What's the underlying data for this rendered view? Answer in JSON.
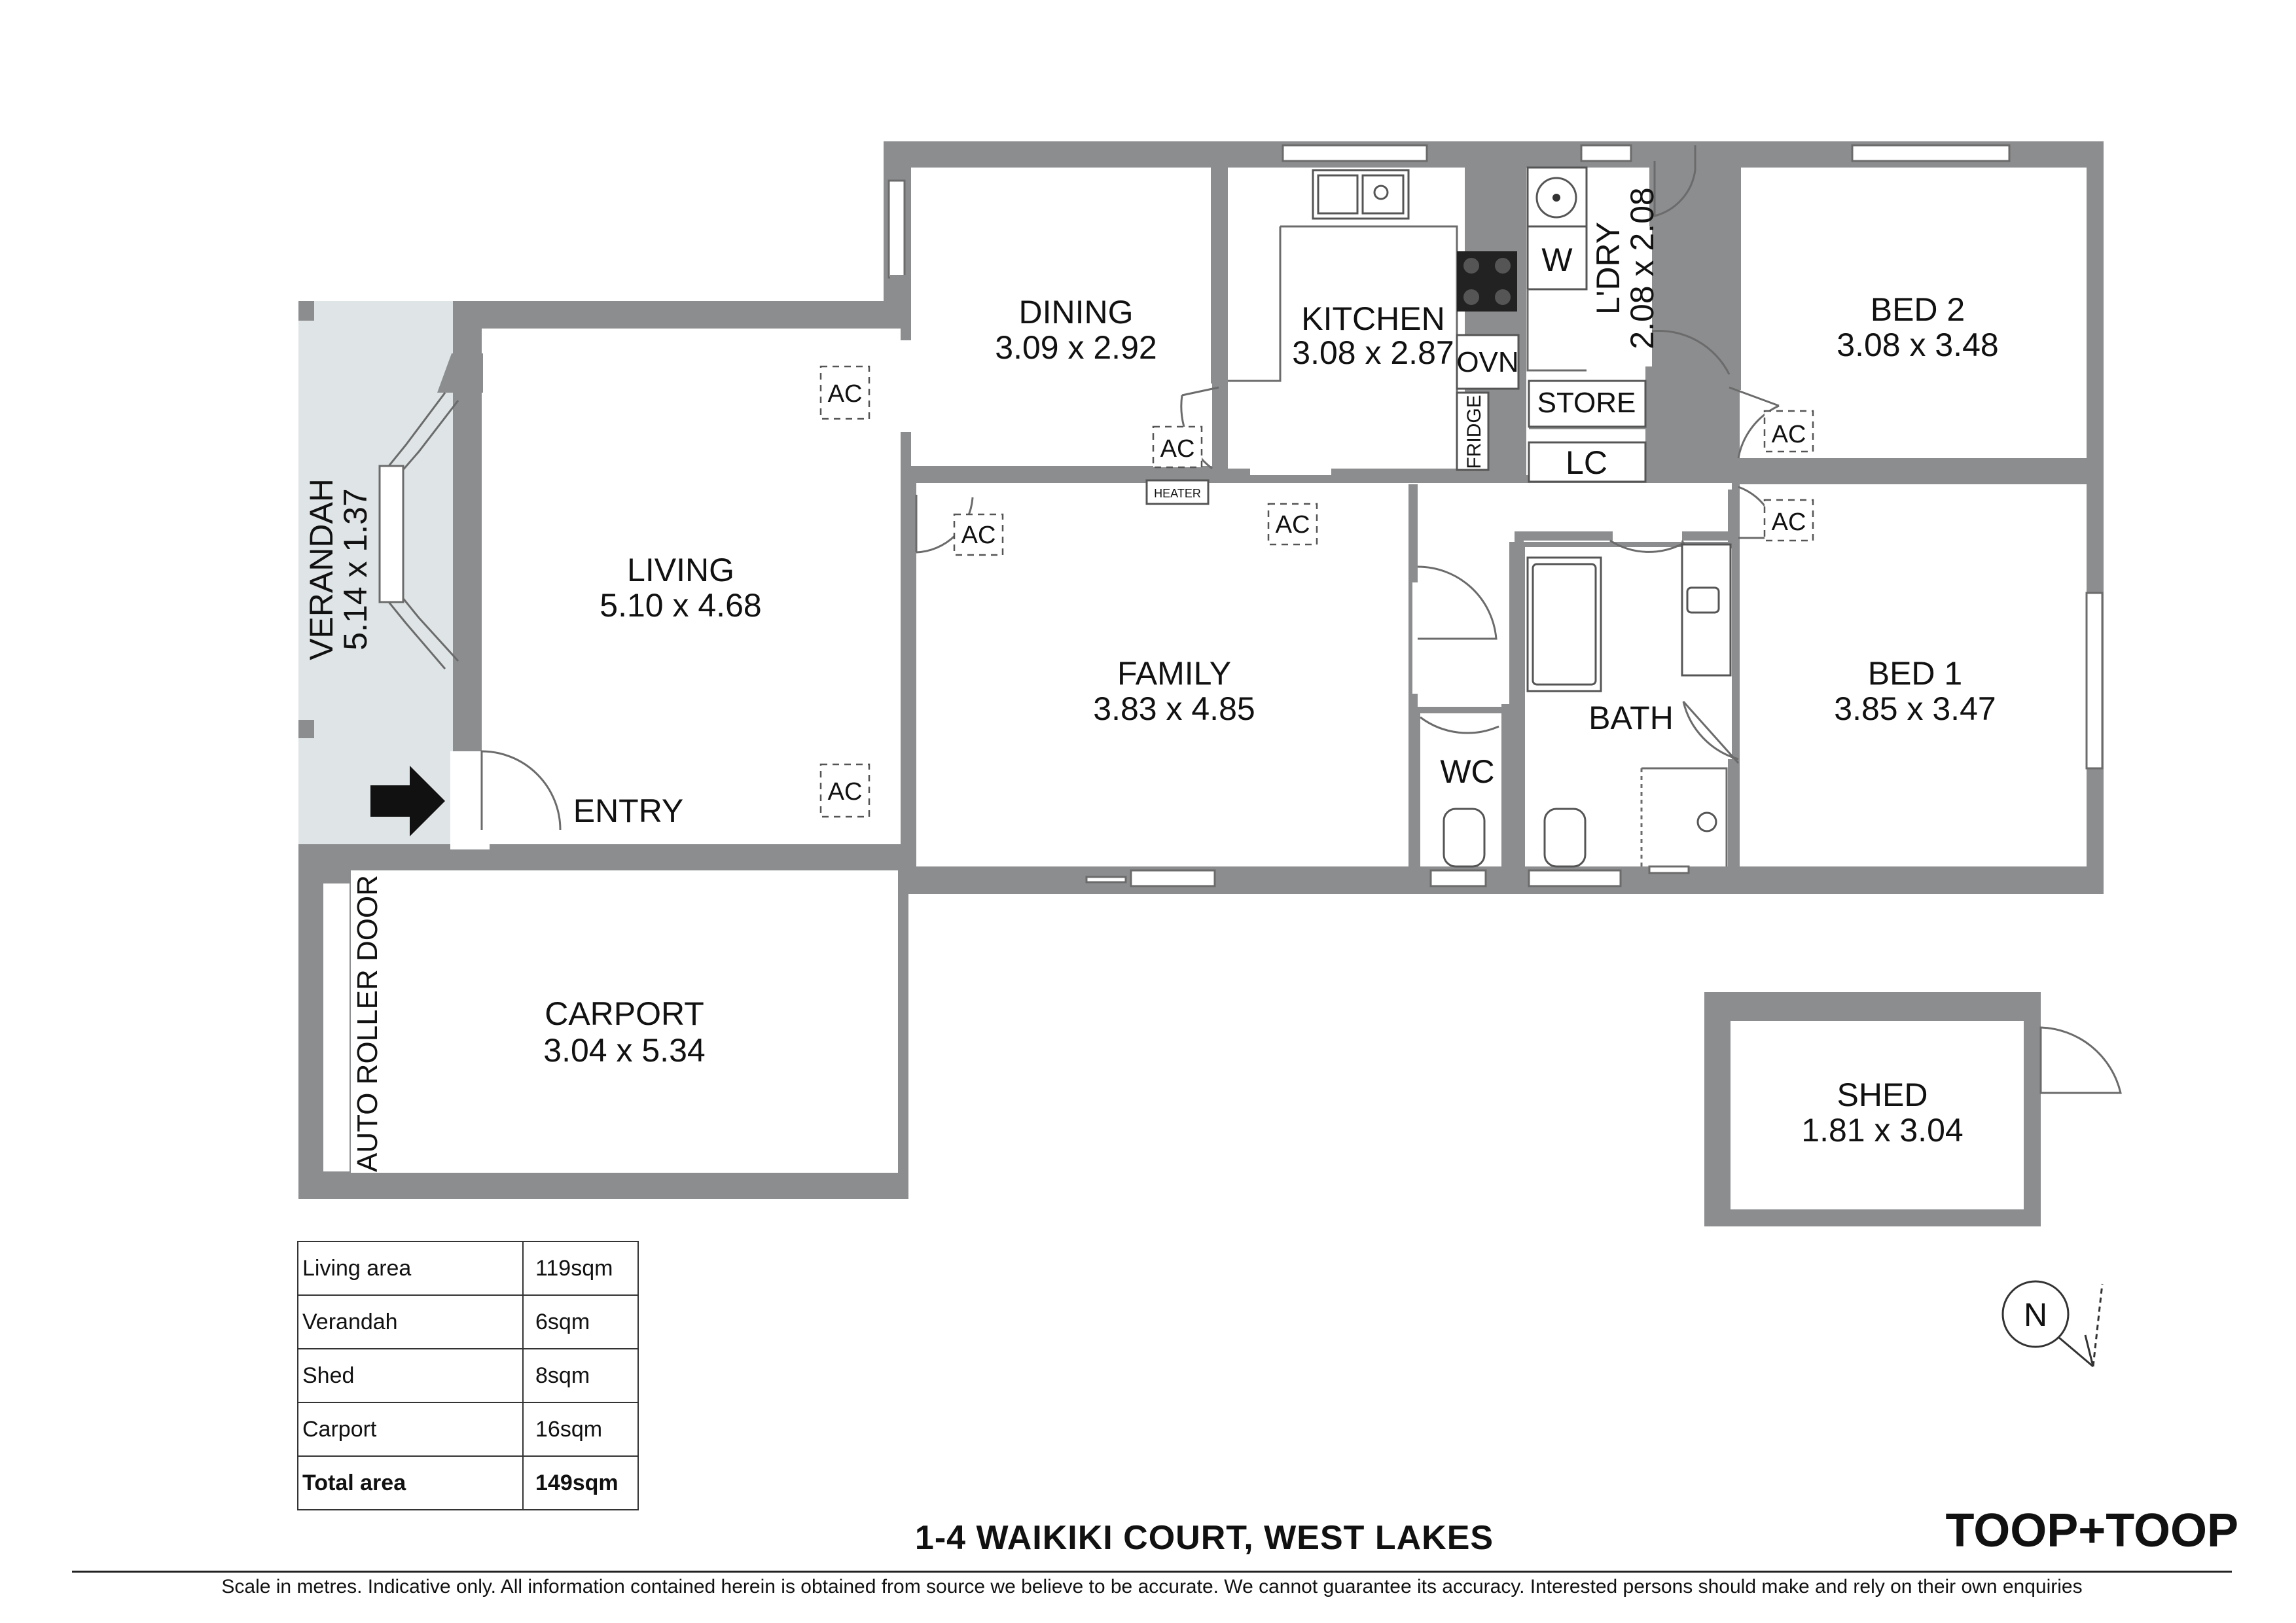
{
  "rooms": {
    "dining": {
      "name": "DINING",
      "size": "3.09 x 2.92"
    },
    "kitchen": {
      "name": "KITCHEN",
      "size": "3.08 x 2.87"
    },
    "laundry": {
      "name": "L'DRY",
      "size": "2.08 x 2.08"
    },
    "bed2": {
      "name": "BED 2",
      "size": "3.08 x 3.48"
    },
    "living": {
      "name": "LIVING",
      "size": "5.10 x 4.68"
    },
    "verandah": {
      "name": "VERANDAH",
      "size": "5.14 x 1.37"
    },
    "family": {
      "name": "FAMILY",
      "size": "3.83 x 4.85"
    },
    "bed1": {
      "name": "BED 1",
      "size": "3.85 x 3.47"
    },
    "bath": {
      "name": "BATH"
    },
    "wc": {
      "name": "WC"
    },
    "entry": {
      "name": "ENTRY"
    },
    "carport": {
      "name": "CARPORT",
      "size": "3.04 x 5.34"
    },
    "shed": {
      "name": "SHED",
      "size": "1.81 x 3.04"
    },
    "store": {
      "name": "STORE"
    },
    "lc": {
      "name": "LC"
    }
  },
  "fixtures": {
    "washer": "W",
    "oven": "OVN",
    "fridge": "FRIDGE",
    "heater": "HEATER",
    "roller_door": "AUTO ROLLER DOOR",
    "aircon": "AC"
  },
  "compass": {
    "label": "N"
  },
  "area_table": {
    "rows": [
      {
        "label": "Living area",
        "value": "119sqm"
      },
      {
        "label": "Verandah",
        "value": "6sqm"
      },
      {
        "label": "Shed",
        "value": "8sqm"
      },
      {
        "label": "Carport",
        "value": "16sqm"
      }
    ],
    "total": {
      "label": "Total area",
      "value": "149sqm"
    }
  },
  "address": "1-4 WAIKIKI COURT, WEST LAKES",
  "brand": "TOOP+TOOP",
  "disclaimer": "Scale in metres. Indicative only. All information contained herein is obtained from source we believe to be accurate. We cannot guarantee its accuracy. Interested persons should make and rely on their own enquiries"
}
